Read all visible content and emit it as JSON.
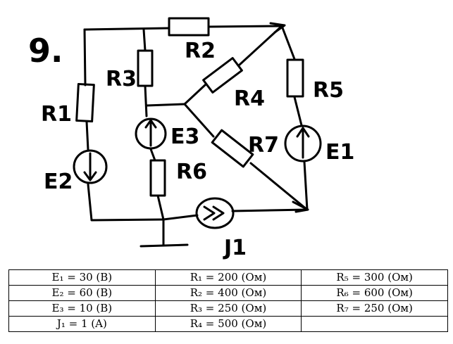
{
  "diagram": {
    "labels": {
      "problem_number": "9.",
      "r1": "R1",
      "r2": "R2",
      "r3": "R3",
      "r4": "R4",
      "r5": "R5",
      "r6": "R6",
      "r7": "R7",
      "e1": "E1",
      "e2": "E2",
      "e3": "E3",
      "j1": "J1"
    }
  },
  "table": {
    "rows": [
      [
        "E₁ = 30 (В)",
        "R₁ = 200 (Ом)",
        "R₅ = 300 (Ом)"
      ],
      [
        "E₂ = 60 (В)",
        "R₂ = 400 (Ом)",
        "R₆ = 600 (Ом)"
      ],
      [
        "E₃ = 10 (В)",
        "R₃ = 250 (Ом)",
        "R₇ = 250 (Ом)"
      ],
      [
        "J₁ = 1 (A)",
        "R₄ = 500 (Ом)",
        ""
      ]
    ]
  }
}
